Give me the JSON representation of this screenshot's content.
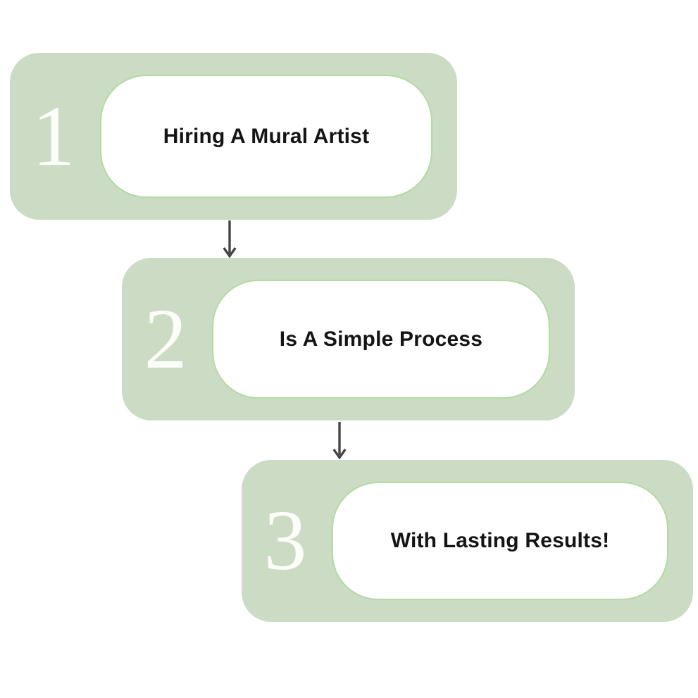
{
  "colors": {
    "background": "#ffffff",
    "block_fill": "#ccdbc3",
    "pill_fill": "#ffffff",
    "pill_border": "#b0dba1",
    "number": "#fcfdf9",
    "label": "#141414",
    "arrow": "#454545"
  },
  "steps": [
    {
      "number": "1",
      "label": "Hiring A Mural Artist"
    },
    {
      "number": "2",
      "label": "Is A Simple Process"
    },
    {
      "number": "3",
      "label": "With Lasting Results!"
    }
  ],
  "arrows": [
    {
      "from": "step-1",
      "to": "step-2",
      "direction": "down"
    },
    {
      "from": "step-2",
      "to": "step-3",
      "direction": "down"
    }
  ]
}
